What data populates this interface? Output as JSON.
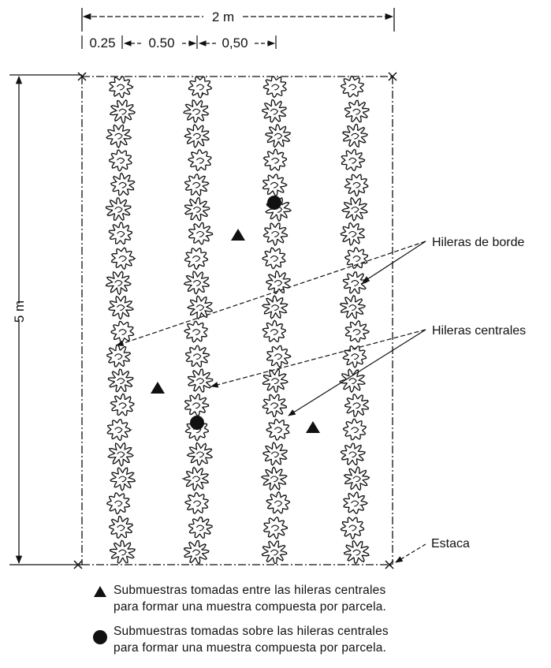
{
  "dimensions": {
    "width_label": "2 m",
    "height_label": "5 m",
    "spacing_labels": [
      "0.25",
      "0.50",
      "0,50"
    ]
  },
  "annotations": {
    "border_rows": "Hileras de borde",
    "center_rows": "Hileras centrales",
    "stake": "Estaca"
  },
  "legend": {
    "triangle_text": [
      "Submuestras tomadas entre las hileras centrales",
      "para formar una muestra compuesta por parcela."
    ],
    "circle_text": [
      "Submuestras tomadas sobre las hileras centrales",
      "para formar una muestra compuesta por parcela."
    ]
  },
  "plot": {
    "rows": 4,
    "plants_per_row": 20
  },
  "icons": {
    "triangle": "triangle-marker-icon",
    "circle": "circle-marker-icon",
    "stake": "stake-x-icon",
    "plant": "plant-icon"
  }
}
